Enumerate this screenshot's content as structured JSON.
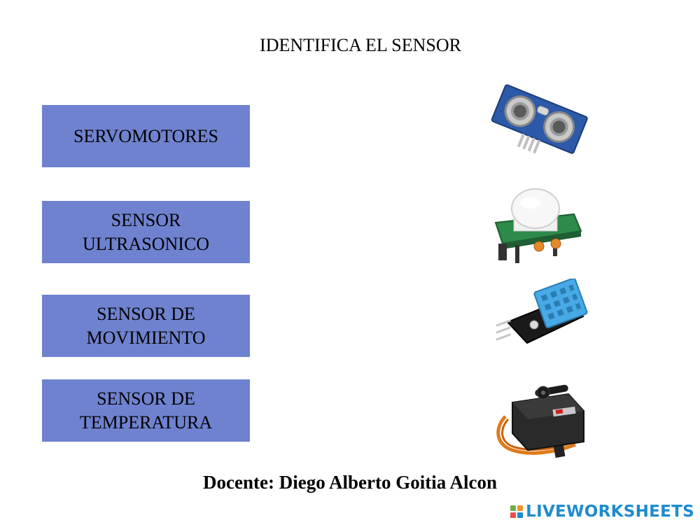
{
  "title": "IDENTIFICA EL SENSOR",
  "labels": [
    {
      "text": "SERVOMOTORES"
    },
    {
      "text": "SENSOR\nULTRASONICO"
    },
    {
      "text": "SENSOR DE\nMOVIMIENTO"
    },
    {
      "text": "SENSOR DE\nTEMPERATURA"
    }
  ],
  "images": [
    {
      "icon": "ultrasonic-sensor-icon"
    },
    {
      "icon": "pir-motion-sensor-icon"
    },
    {
      "icon": "dht11-temperature-sensor-icon"
    },
    {
      "icon": "servomotor-icon"
    }
  ],
  "footer": "Docente: Diego Alberto Goitia Alcon",
  "brand": {
    "text": "LIVEWORKSHEETS",
    "color": "#1d8ccf"
  },
  "colors": {
    "label_box": "#6f82cf"
  }
}
